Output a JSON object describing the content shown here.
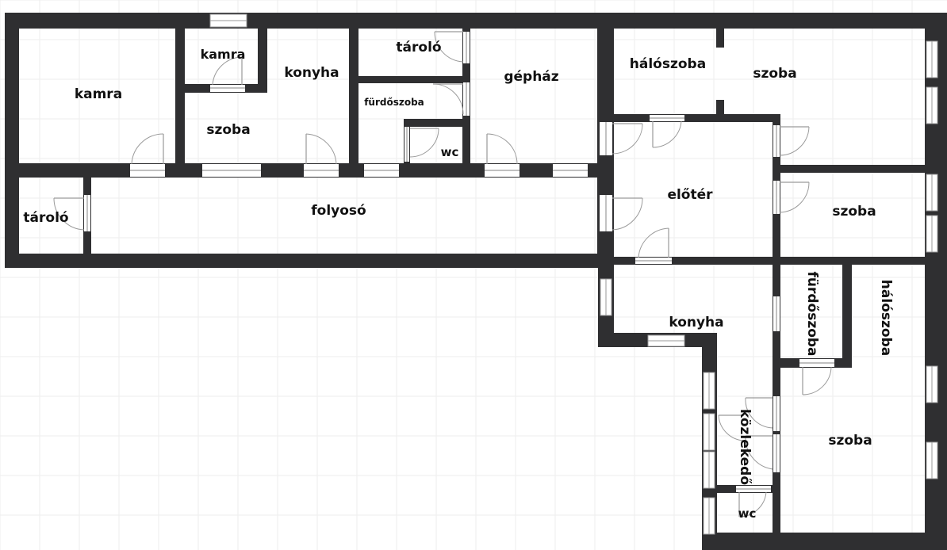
{
  "plan": {
    "colors": {
      "wall": "#2f2f31",
      "background": "#ffffff",
      "grid": "#eeeeee",
      "fixture": "#9a9a9a"
    },
    "rooms": {
      "kamra_big": "kamra",
      "kamra_small": "kamra",
      "konyha_top": "konyha",
      "szoba_left": "szoba",
      "taroló_top": "tároló",
      "furdoszoba_top": "fürdőszoba",
      "wc_top": "wc",
      "gephaz": "gépház",
      "haloszoba_top": "hálószoba",
      "szoba_top_right": "szoba",
      "eloter": "előtér",
      "szoba_mid_right": "szoba",
      "taroló_left": "tároló",
      "folyoso": "folyosó",
      "konyha_bottom": "konyha",
      "furdoszoba_bottom": "fürdőszoba",
      "haloszoba_bottom": "hálószoba",
      "kozlekedo": "közlekedő",
      "szoba_bottom": "szoba",
      "wc_bottom": "wc"
    }
  }
}
